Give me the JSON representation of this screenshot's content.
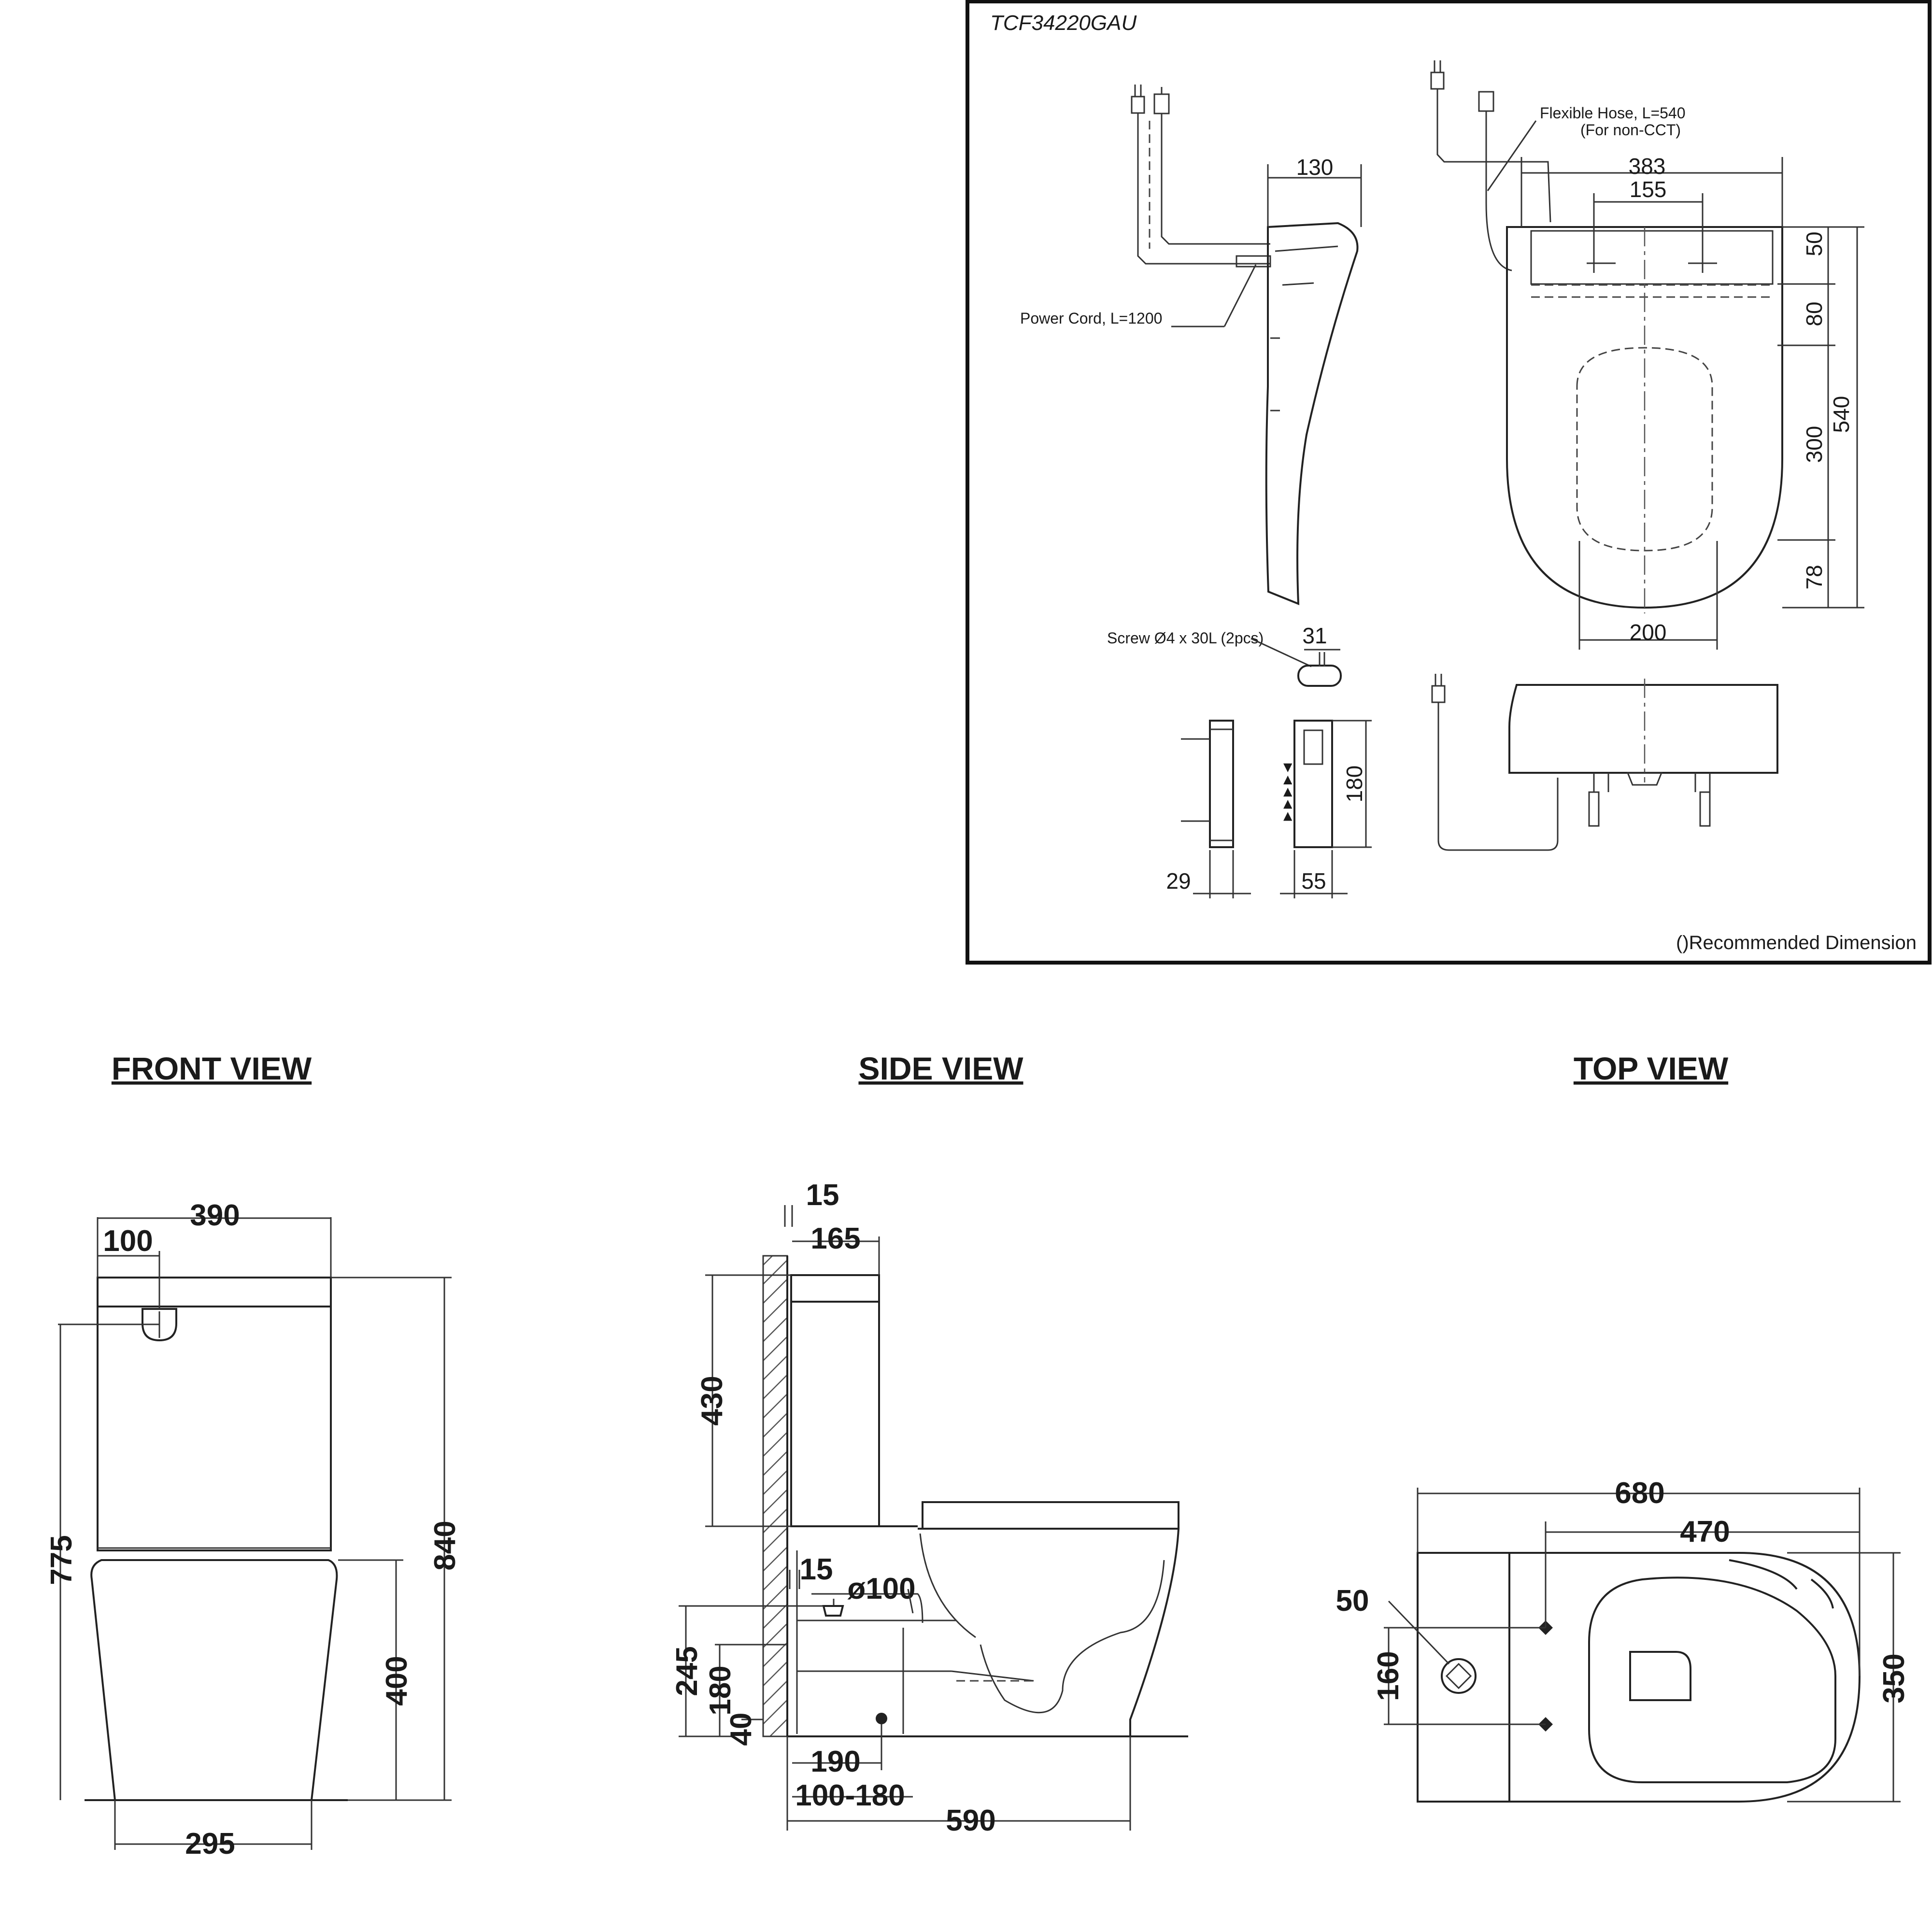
{
  "model": "TCF34220GAU",
  "views": {
    "front": "FRONT VIEW",
    "side": "SIDE VIEW",
    "top": "TOP VIEW"
  },
  "notes": {
    "recommended": "()Recommended Dimension",
    "power_cord": "Power Cord, L=1200",
    "hose_1": "Flexible Hose, L=540",
    "hose_2": "(For non-CCT)",
    "screw": "Screw Ø4 x 30L (2pcs)"
  },
  "seat_dims": {
    "d130": "130",
    "d383": "383",
    "d155": "155",
    "d50": "50",
    "d80": "80",
    "d540": "540",
    "d300": "300",
    "d78": "78",
    "d200": "200",
    "d31": "31",
    "d180": "180",
    "d29": "29",
    "d55": "55"
  },
  "front_dims": {
    "w390": "390",
    "d100": "100",
    "h775": "775",
    "h840": "840",
    "h400": "400",
    "w295": "295"
  },
  "side_dims": {
    "d15": "15",
    "d165": "165",
    "d430": "430",
    "d15b": "15",
    "p100": "ø100",
    "d245": "245",
    "d180": "180",
    "d40": "40",
    "d190": "190",
    "d100_180": "100-180",
    "d590": "590"
  },
  "top_dims": {
    "w680": "680",
    "w470": "470",
    "d50": "50",
    "d160": "160",
    "d350": "350"
  }
}
